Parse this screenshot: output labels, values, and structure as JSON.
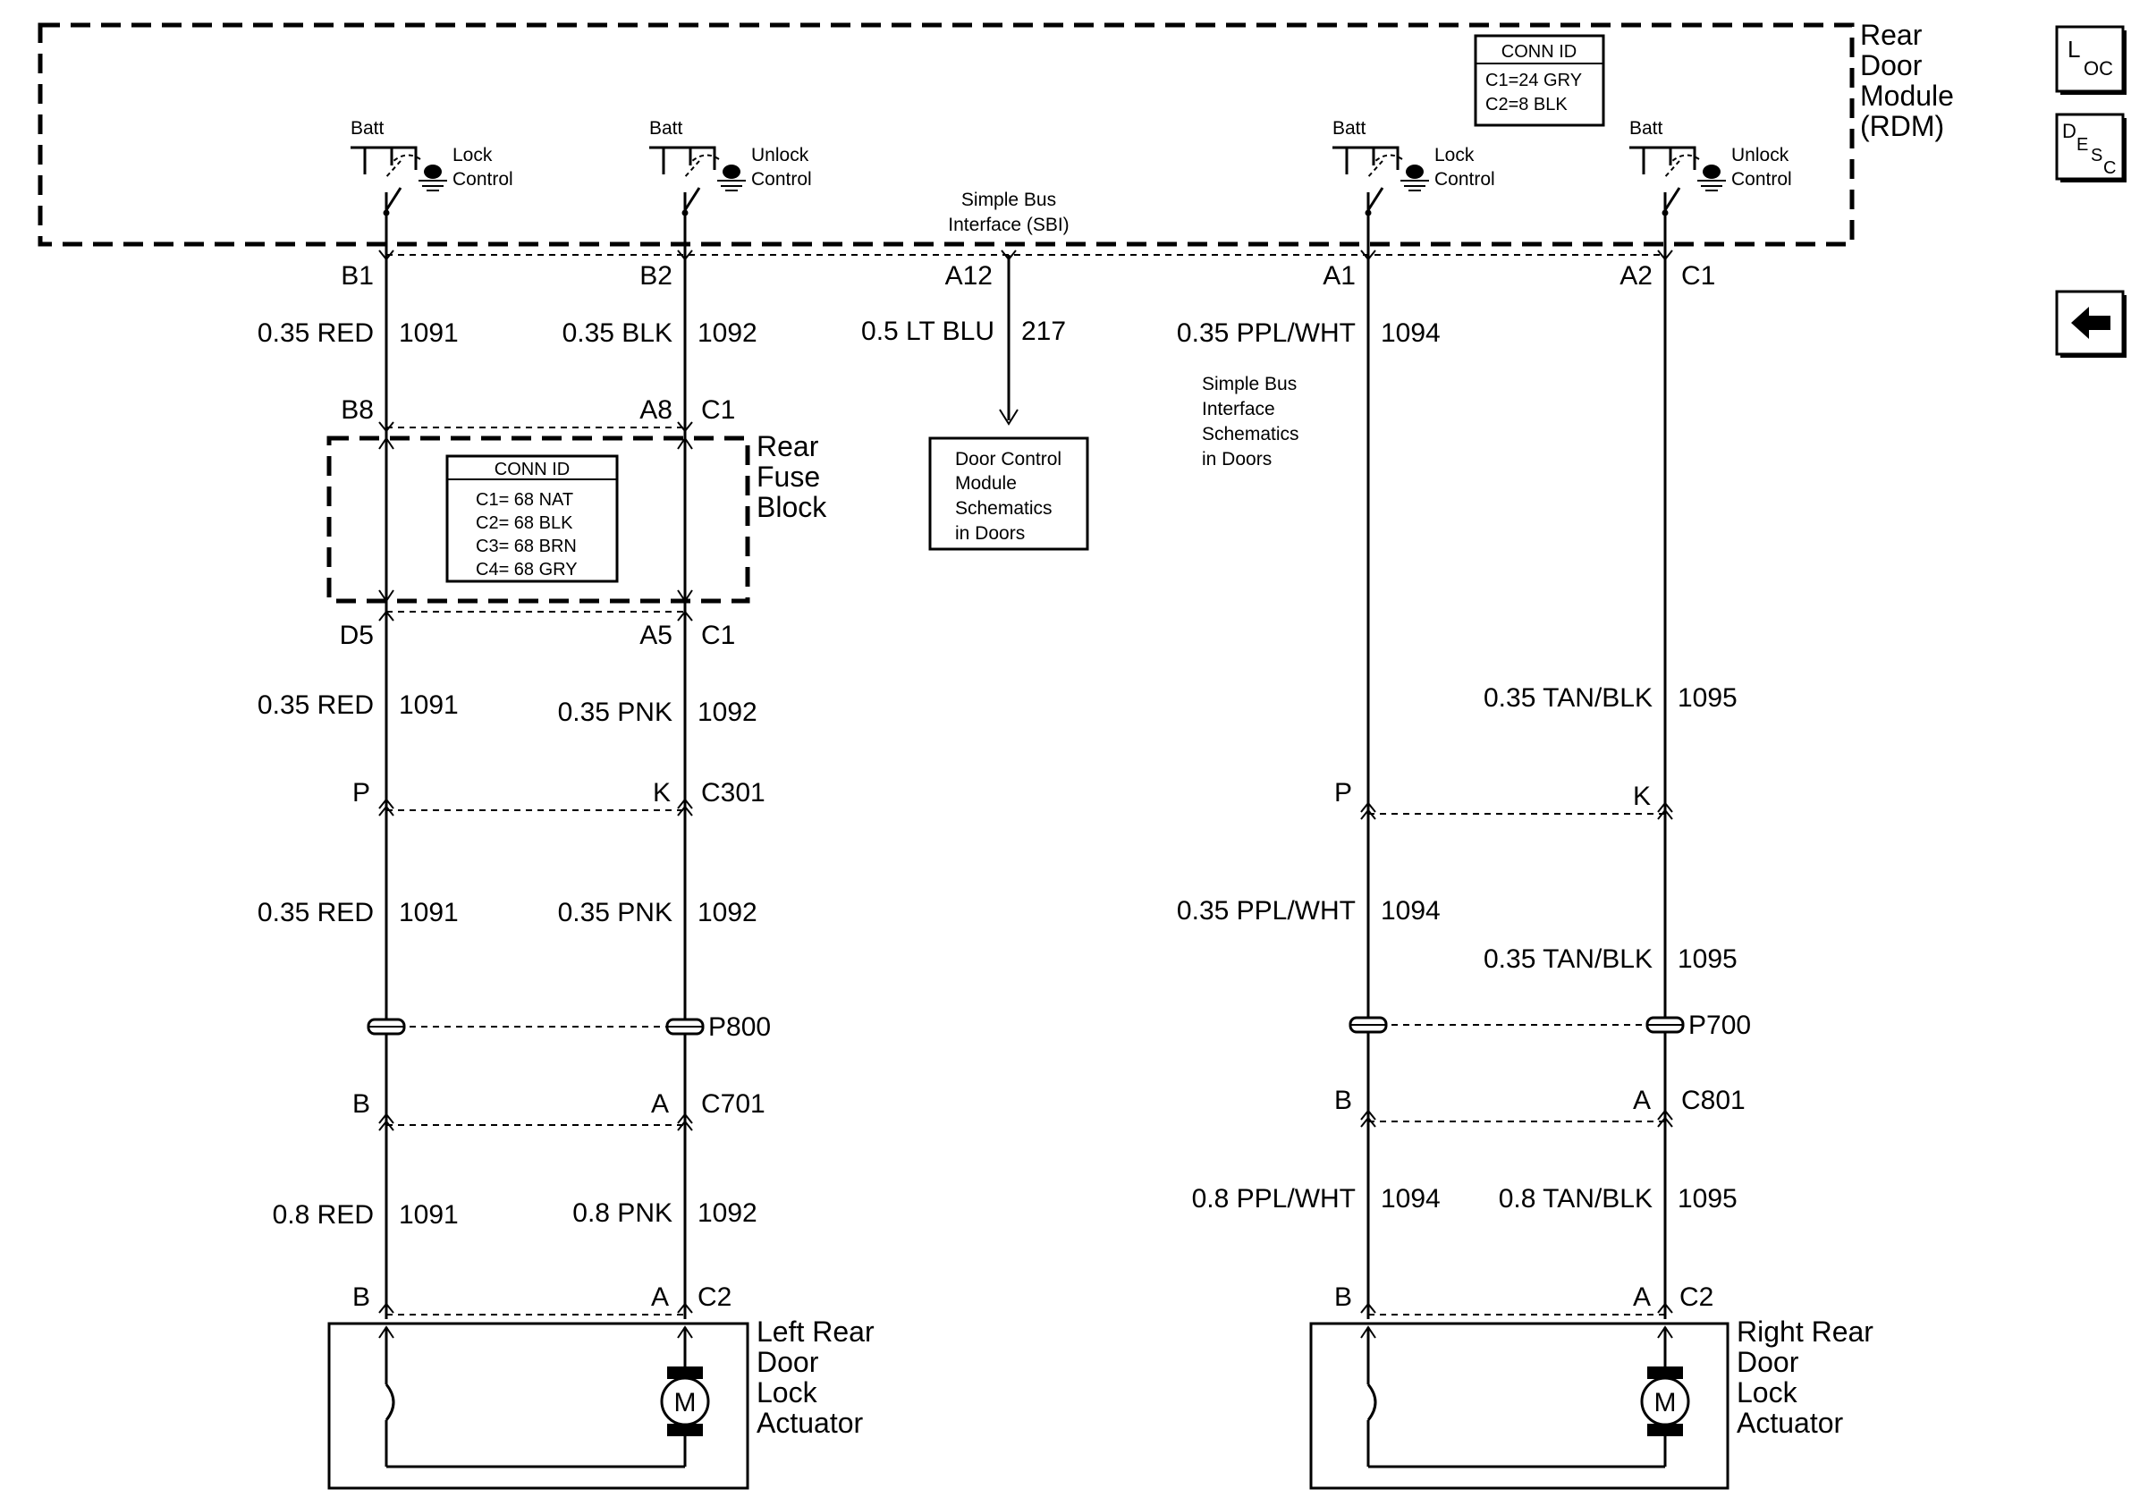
{
  "rdm": {
    "title_lines": [
      "Rear",
      "Door",
      "Module",
      "(RDM)"
    ],
    "conn_id": {
      "header": "CONN ID",
      "lines": [
        "C1=24 GRY",
        "C2=8 BLK"
      ]
    },
    "switches": [
      {
        "batt": "Batt",
        "label": [
          "Lock",
          "Control"
        ]
      },
      {
        "batt": "Batt",
        "label": [
          "Unlock",
          "Control"
        ]
      },
      {
        "batt": "Batt",
        "label": [
          "Lock",
          "Control"
        ]
      },
      {
        "batt": "Batt",
        "label": [
          "Unlock",
          "Control"
        ]
      }
    ],
    "sbi_label": [
      "Simple Bus",
      "Interface (SBI)"
    ]
  },
  "rdm_pins": {
    "b1": "B1",
    "b2": "B2",
    "a12": "A12",
    "a1": "A1",
    "a2": "A2",
    "c1": "C1"
  },
  "wires": {
    "w1_top": {
      "spec": "0.35 RED",
      "circuit": "1091"
    },
    "w2_top": {
      "spec": "0.35 BLK",
      "circuit": "1092"
    },
    "sbi": {
      "spec": "0.5 LT BLU",
      "circuit": "217"
    },
    "w4_top": {
      "spec": "0.35 PPL/WHT",
      "circuit": "1094"
    },
    "w1_mid": {
      "spec": "0.35 RED",
      "circuit": "1091"
    },
    "w2_mid": {
      "spec": "0.35 PNK",
      "circuit": "1092"
    },
    "w5_mid": {
      "spec": "0.35 TAN/BLK",
      "circuit": "1095"
    },
    "w1_low": {
      "spec": "0.35 RED",
      "circuit": "1091"
    },
    "w2_low": {
      "spec": "0.35 PNK",
      "circuit": "1092"
    },
    "w4_low": {
      "spec": "0.35 PPL/WHT",
      "circuit": "1094"
    },
    "w5_low": {
      "spec": "0.35 TAN/BLK",
      "circuit": "1095"
    },
    "w1_bot": {
      "spec": "0.8 RED",
      "circuit": "1091"
    },
    "w2_bot": {
      "spec": "0.8 PNK",
      "circuit": "1092"
    },
    "w4_bot": {
      "spec": "0.8 PPL/WHT",
      "circuit": "1094"
    },
    "w5_bot": {
      "spec": "0.8 TAN/BLK",
      "circuit": "1095"
    }
  },
  "fuse_block": {
    "title_lines": [
      "Rear",
      "Fuse",
      "Block"
    ],
    "conn_id": {
      "header": "CONN ID",
      "lines": [
        "C1=  68 NAT",
        "C2= 68 BLK",
        "C3= 68 BRN",
        "C4= 68 GRY"
      ]
    },
    "pins_top": {
      "b8": "B8",
      "a8": "A8",
      "c1": "C1"
    },
    "pins_bottom": {
      "d5": "D5",
      "a5": "A5",
      "c1": "C1"
    }
  },
  "dcm_ref": [
    "Door Control",
    "Module",
    "Schematics",
    "in Doors"
  ],
  "sbi_ref": [
    "Simple Bus",
    "Interface",
    "Schematics",
    "in Doors"
  ],
  "c301": {
    "left": {
      "p": "P",
      "k": "K",
      "name": "C301"
    },
    "right": {
      "p": "P",
      "k": "K"
    }
  },
  "p800": "P800",
  "p700": "P700",
  "c701": {
    "b": "B",
    "a": "A",
    "name": "C701"
  },
  "c801": {
    "b": "B",
    "a": "A",
    "name": "C801"
  },
  "left_actuator": {
    "b": "B",
    "a": "A",
    "conn": "C2",
    "motor": "M",
    "title_lines": [
      "Left Rear",
      "Door",
      "Lock",
      "Actuator"
    ]
  },
  "right_actuator": {
    "b": "B",
    "a": "A",
    "conn": "C2",
    "motor": "M",
    "title_lines": [
      "Right Rear",
      "Door",
      "Lock",
      "Actuator"
    ]
  },
  "nav": {
    "loc": {
      "big": "L",
      "sub": "OC"
    },
    "desc": {
      "big": "D",
      "mid": "E",
      "s": "S",
      "c": "C"
    },
    "back_icon": "left-arrow-icon"
  }
}
